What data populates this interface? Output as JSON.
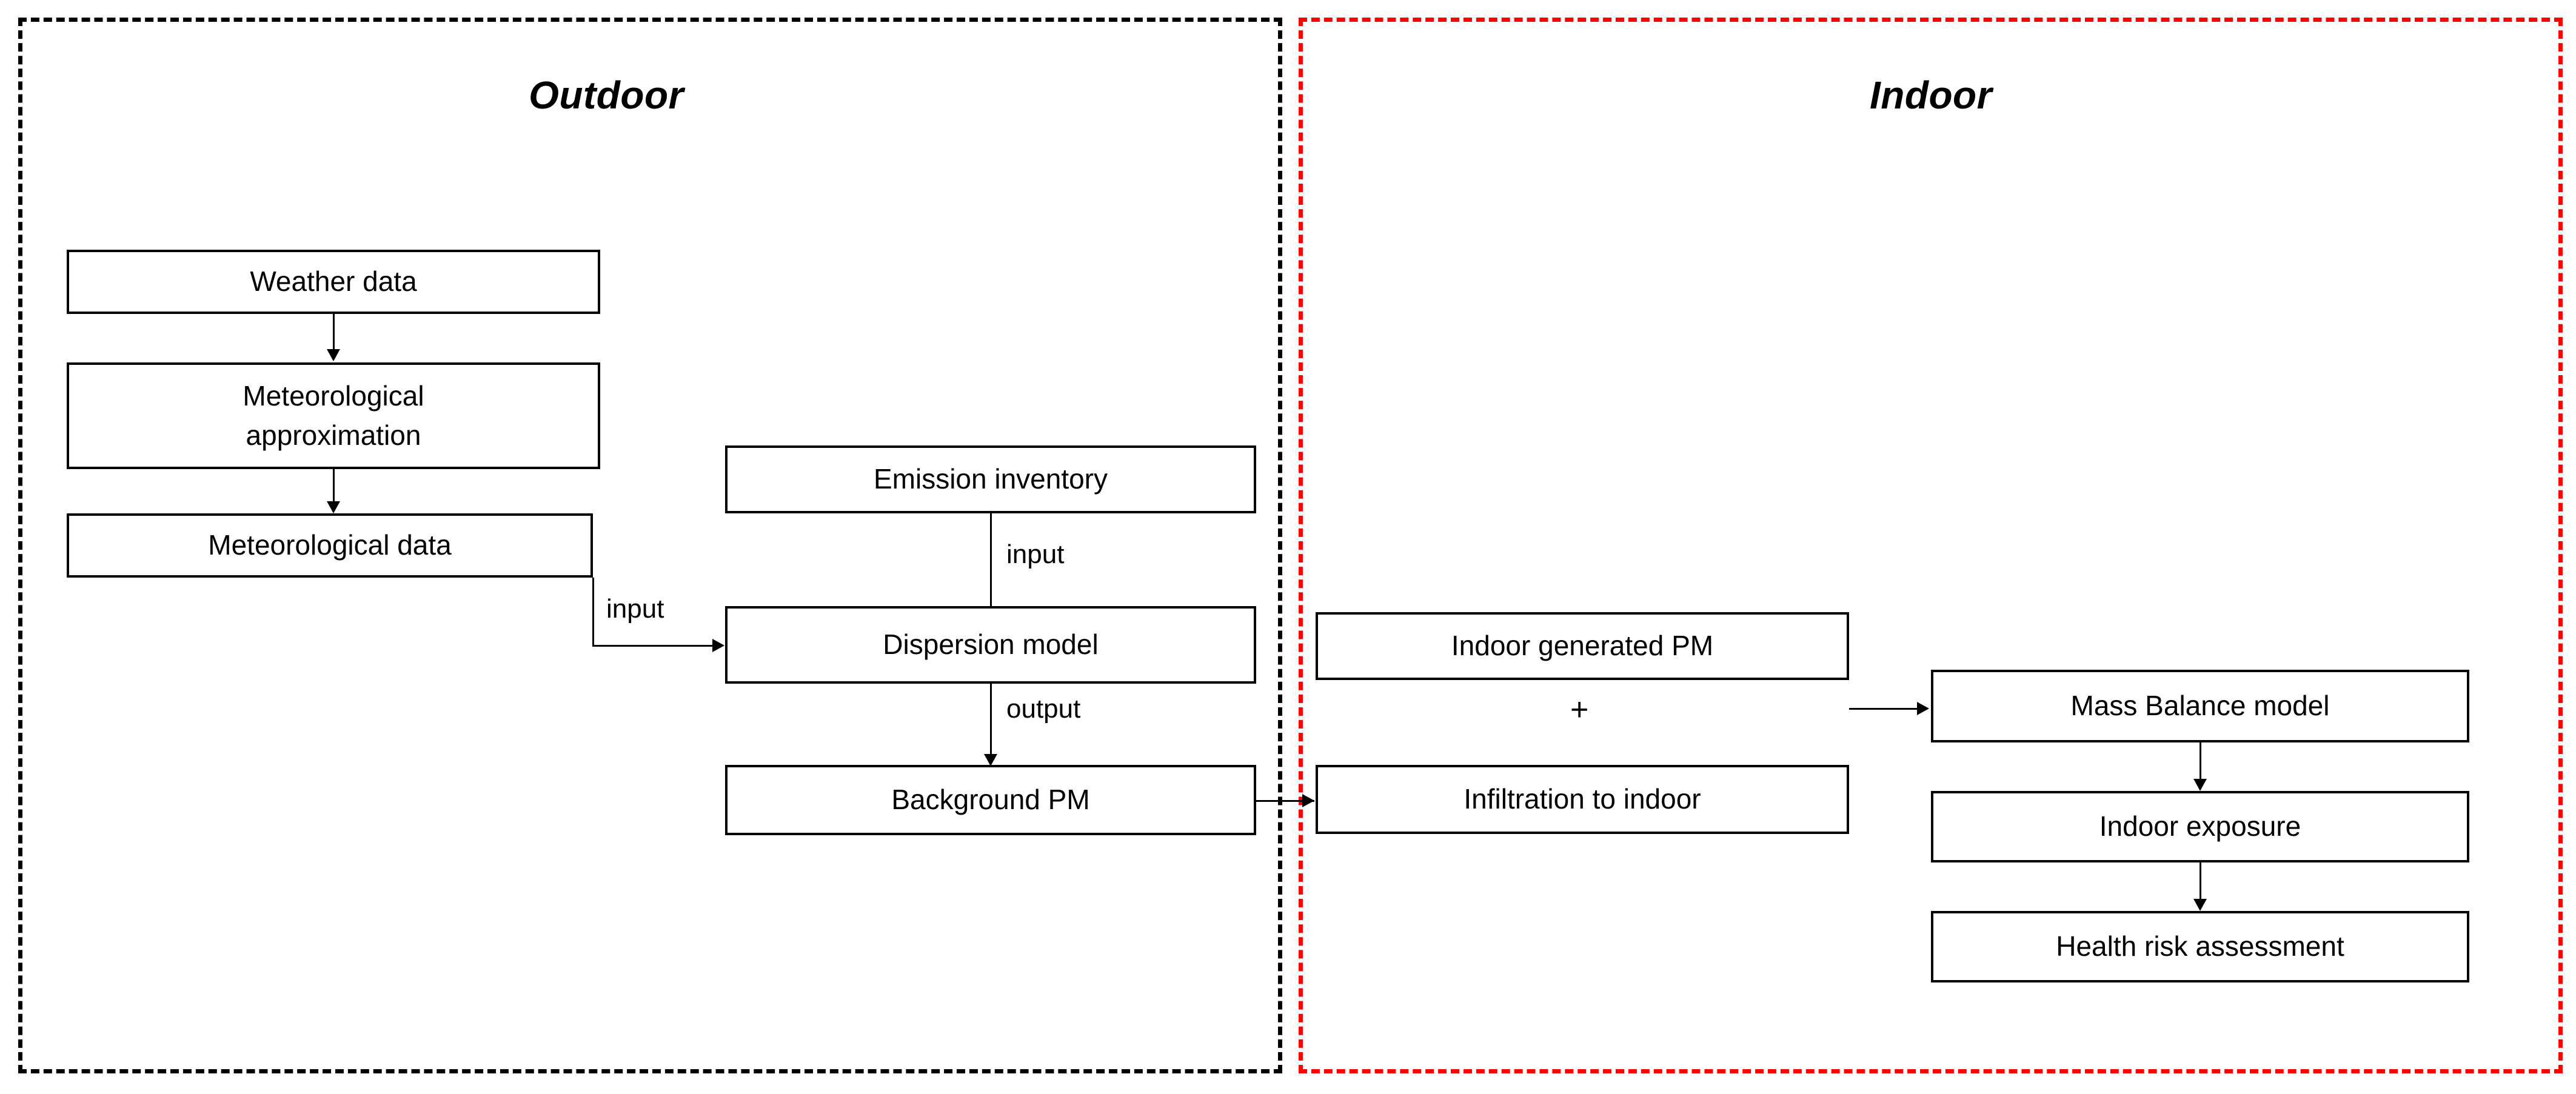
{
  "regions": {
    "outdoor": {
      "title": "Outdoor",
      "border_color": "#000000",
      "border_style": "dashed"
    },
    "indoor": {
      "title": "Indoor",
      "border_color": "#ff0000",
      "border_style": "dashed"
    }
  },
  "nodes": {
    "weather_data": "Weather data",
    "met_approximation_line1": "Meteorological",
    "met_approximation_line2": "approximation",
    "met_data": "Meteorological data",
    "emission_inventory": "Emission inventory",
    "dispersion_model": "Dispersion model",
    "background_pm": "Background PM",
    "indoor_generated_pm": "Indoor generated PM",
    "infiltration_to_indoor": "Infiltration to indoor",
    "mass_balance_model": "Mass Balance model",
    "indoor_exposure": "Indoor exposure",
    "health_risk_assessment": "Health risk assessment"
  },
  "edge_labels": {
    "met_to_dispersion": "input",
    "emission_to_dispersion": "input",
    "dispersion_to_background": "output",
    "combine_plus": "+"
  },
  "flow": [
    {
      "from": "weather_data",
      "to": "met_approximation",
      "label": ""
    },
    {
      "from": "met_approximation",
      "to": "met_data",
      "label": ""
    },
    {
      "from": "met_data",
      "to": "dispersion_model",
      "label": "input"
    },
    {
      "from": "emission_inventory",
      "to": "dispersion_model",
      "label": "input"
    },
    {
      "from": "dispersion_model",
      "to": "background_pm",
      "label": "output"
    },
    {
      "from": "background_pm",
      "to": "infiltration_to_indoor",
      "label": ""
    },
    {
      "from": "indoor_generated_pm+infiltration_to_indoor",
      "to": "mass_balance_model",
      "label": ""
    },
    {
      "from": "mass_balance_model",
      "to": "indoor_exposure",
      "label": ""
    },
    {
      "from": "indoor_exposure",
      "to": "health_risk_assessment",
      "label": ""
    }
  ]
}
